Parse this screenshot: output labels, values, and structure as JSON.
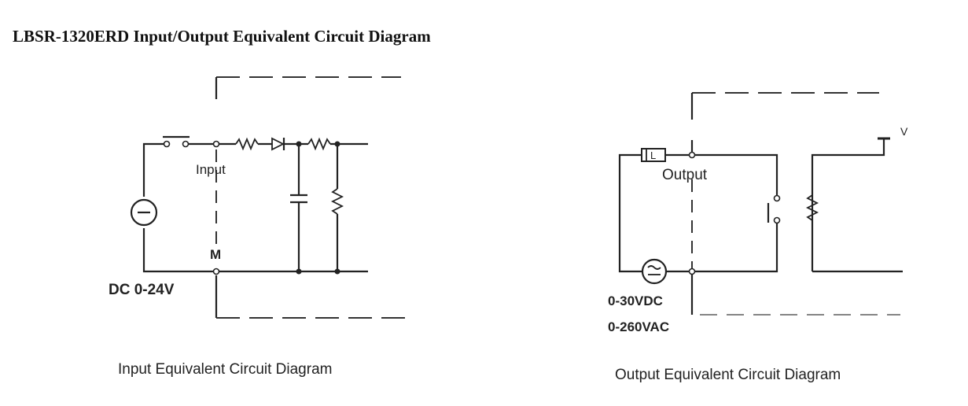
{
  "title": "LBSR-1320ERD Input/Output Equivalent Circuit Diagram",
  "input_diagram": {
    "caption": "Input Equivalent Circuit Diagram",
    "terminal_input_label": "Input",
    "terminal_m_label": "M",
    "source_label": "DC 0-24V"
  },
  "output_diagram": {
    "caption": "Output Equivalent Circuit Diagram",
    "terminal_output_label": "Output",
    "load_label": "L",
    "supply_label": "V",
    "source_label_dc": "0-30VDC",
    "source_label_ac": "0-260VAC"
  }
}
